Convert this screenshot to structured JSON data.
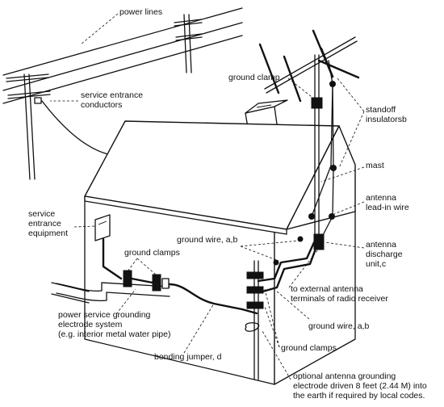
{
  "labels": {
    "power_lines": "power lines",
    "service_entrance_conductors_1": "service entrance",
    "service_entrance_conductors_2": "conductors",
    "ground_clamp": "ground clamp",
    "standoff_insulators_1": "standoff",
    "standoff_insulators_2": "insulatorsb",
    "mast": "mast",
    "antenna_lead_in_1": "antenna",
    "antenna_lead_in_2": "lead-in wire",
    "service_entrance_equipment_1": "service",
    "service_entrance_equipment_2": "entrance",
    "service_entrance_equipment_3": "equipment",
    "ground_wire_top": "ground wire, a,b",
    "antenna_discharge_1": "antenna",
    "antenna_discharge_2": "discharge",
    "antenna_discharge_3": "unit,c",
    "ground_clamps_left": "ground clamps",
    "external_terminals_1": "to external antenna",
    "external_terminals_2": "terminals of radio receiver",
    "power_grounding_1": "power service grounding",
    "power_grounding_2": "electrode system",
    "power_grounding_3": "(e.g. interior metal water pipe)",
    "ground_wire_bottom": "ground wire, a,b",
    "bonding_jumper": "bonding jumper, d",
    "ground_clamps_bottom": "ground clamps",
    "optional_grounding_1": "optional antenna grounding",
    "optional_grounding_2": "electrode driven 8 feet (2.44 M) into",
    "optional_grounding_3": "the earth if required by local codes."
  }
}
